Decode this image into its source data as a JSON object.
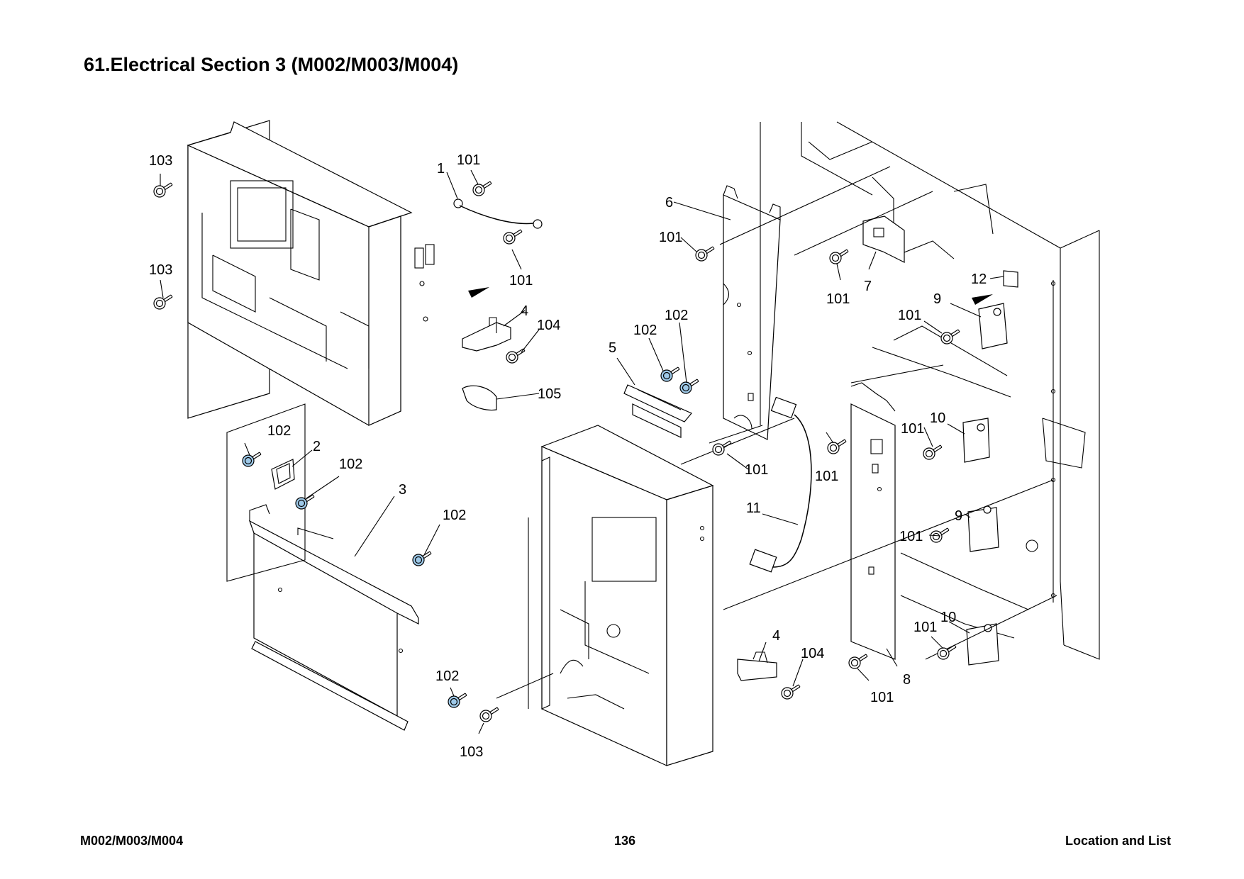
{
  "header": {
    "title": "61.Electrical Section 3 (M002/M003/M004)"
  },
  "footer": {
    "left": "M002/M003/M004",
    "center": "136",
    "right": "Location and List"
  },
  "callouts": {
    "c1": "1",
    "c2": "2",
    "c3": "3",
    "c4": "4",
    "c5": "5",
    "c6": "6",
    "c7": "7",
    "c8": "8",
    "c9": "9",
    "c10": "10",
    "c11": "11",
    "c12": "12",
    "c101": "101",
    "c102": "102",
    "c103": "103",
    "c104": "104",
    "c105": "105"
  },
  "colors": {
    "highlight_screw": "#9ec9e8",
    "line": "#000000",
    "background": "#ffffff"
  }
}
